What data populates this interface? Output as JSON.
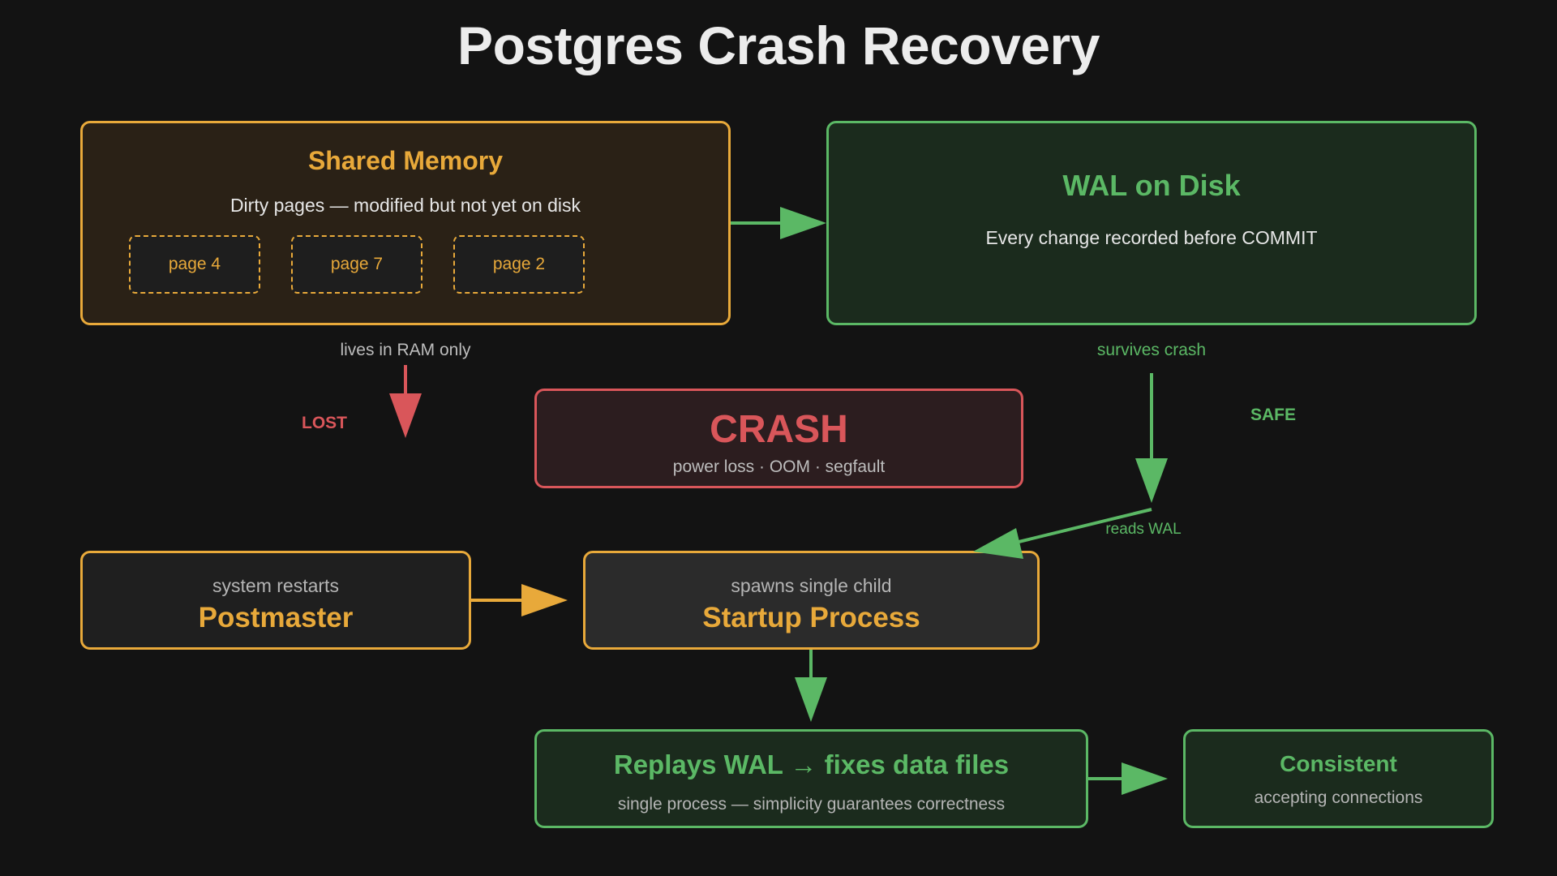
{
  "title": "Postgres Crash Recovery",
  "shared_memory": {
    "heading": "Shared Memory",
    "subtitle": "Dirty pages — modified but not yet on disk",
    "pages": [
      "page 4",
      "page 7",
      "page 2"
    ],
    "note": "lives in RAM only",
    "outcome": "LOST"
  },
  "wal": {
    "heading": "WAL on Disk",
    "subtitle": "Every change recorded before COMMIT",
    "note": "survives crash",
    "outcome": "SAFE"
  },
  "crash": {
    "heading": "CRASH",
    "subtitle": "power loss · OOM · segfault"
  },
  "postmaster": {
    "caption": "system restarts",
    "heading": "Postmaster"
  },
  "startup": {
    "caption": "spawns single child",
    "heading": "Startup Process",
    "reads_label": "reads WAL"
  },
  "replay": {
    "heading": "Replays WAL → fixes data files",
    "subtitle": "single process — simplicity guarantees correctness"
  },
  "consistent": {
    "heading": "Consistent",
    "subtitle": "accepting connections"
  },
  "colors": {
    "background": "#131313",
    "orange": "#e8a93a",
    "green": "#5bb865",
    "red": "#d9565a"
  }
}
